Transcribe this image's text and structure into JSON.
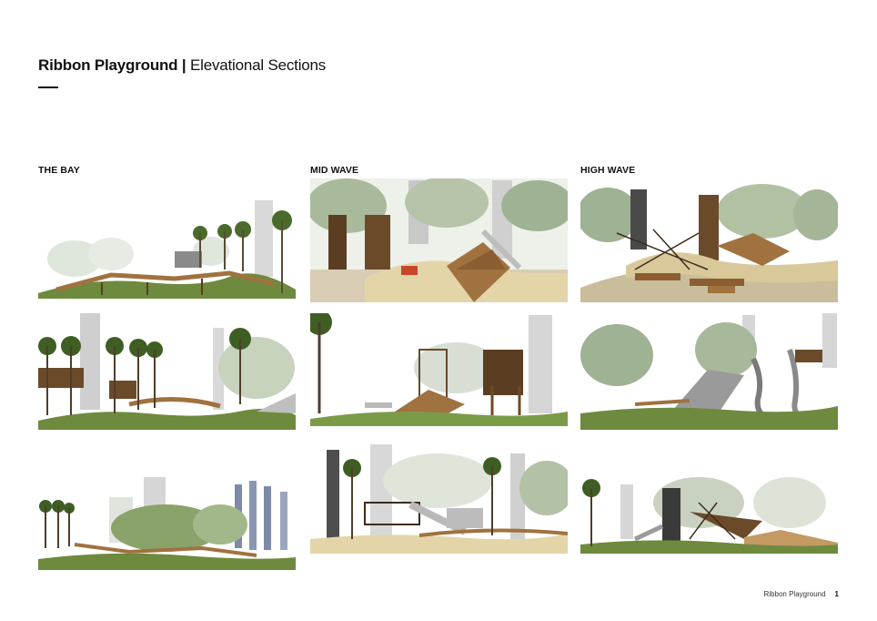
{
  "header": {
    "title_bold": "Ribbon Playground |",
    "title_light": "Elevational Sections"
  },
  "columns": [
    {
      "heading": "THE BAY"
    },
    {
      "heading": "MID WAVE"
    },
    {
      "heading": "HIGH WAVE"
    }
  ],
  "footer": {
    "project": "Ribbon Playground",
    "page_number": "1"
  }
}
